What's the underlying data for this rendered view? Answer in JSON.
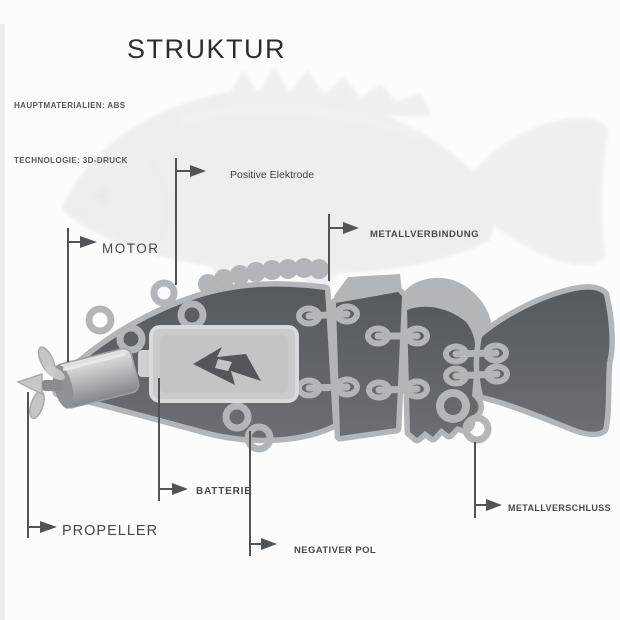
{
  "title": "STRUKTUR",
  "specs": {
    "materials": "HAUPTMATERIALIEN: ABS",
    "technology": "TECHNOLOGIE: 3D-DRUCK"
  },
  "callouts": {
    "positive_electrode": "Positive Elektrode",
    "metal_connection": "METALLVERBINDUNG",
    "motor": "MOTOR",
    "battery": "BATTERIE",
    "propeller": "PROPELLER",
    "negative_pole": "NEGATIVER POL",
    "metal_lock": "METALLVERSCHLUSS"
  },
  "diagram": {
    "subject": "robotic-swimbait-fish-lure-cutaway",
    "icons": {
      "battery_charge": "lightning-bolt-icon"
    },
    "colors": {
      "body_dark": "#585c60",
      "body_dark2": "#6b6f73",
      "structure_light": "#b3b6b9",
      "structure_mid": "#a7aaad",
      "battery_fill": "#c9cbcd",
      "battery_border": "#d8dadb",
      "bolt": "#53575b",
      "leader": "#515456",
      "label": "#47494c",
      "title": "#2b2e31",
      "bg": "#fcfcfc"
    }
  }
}
